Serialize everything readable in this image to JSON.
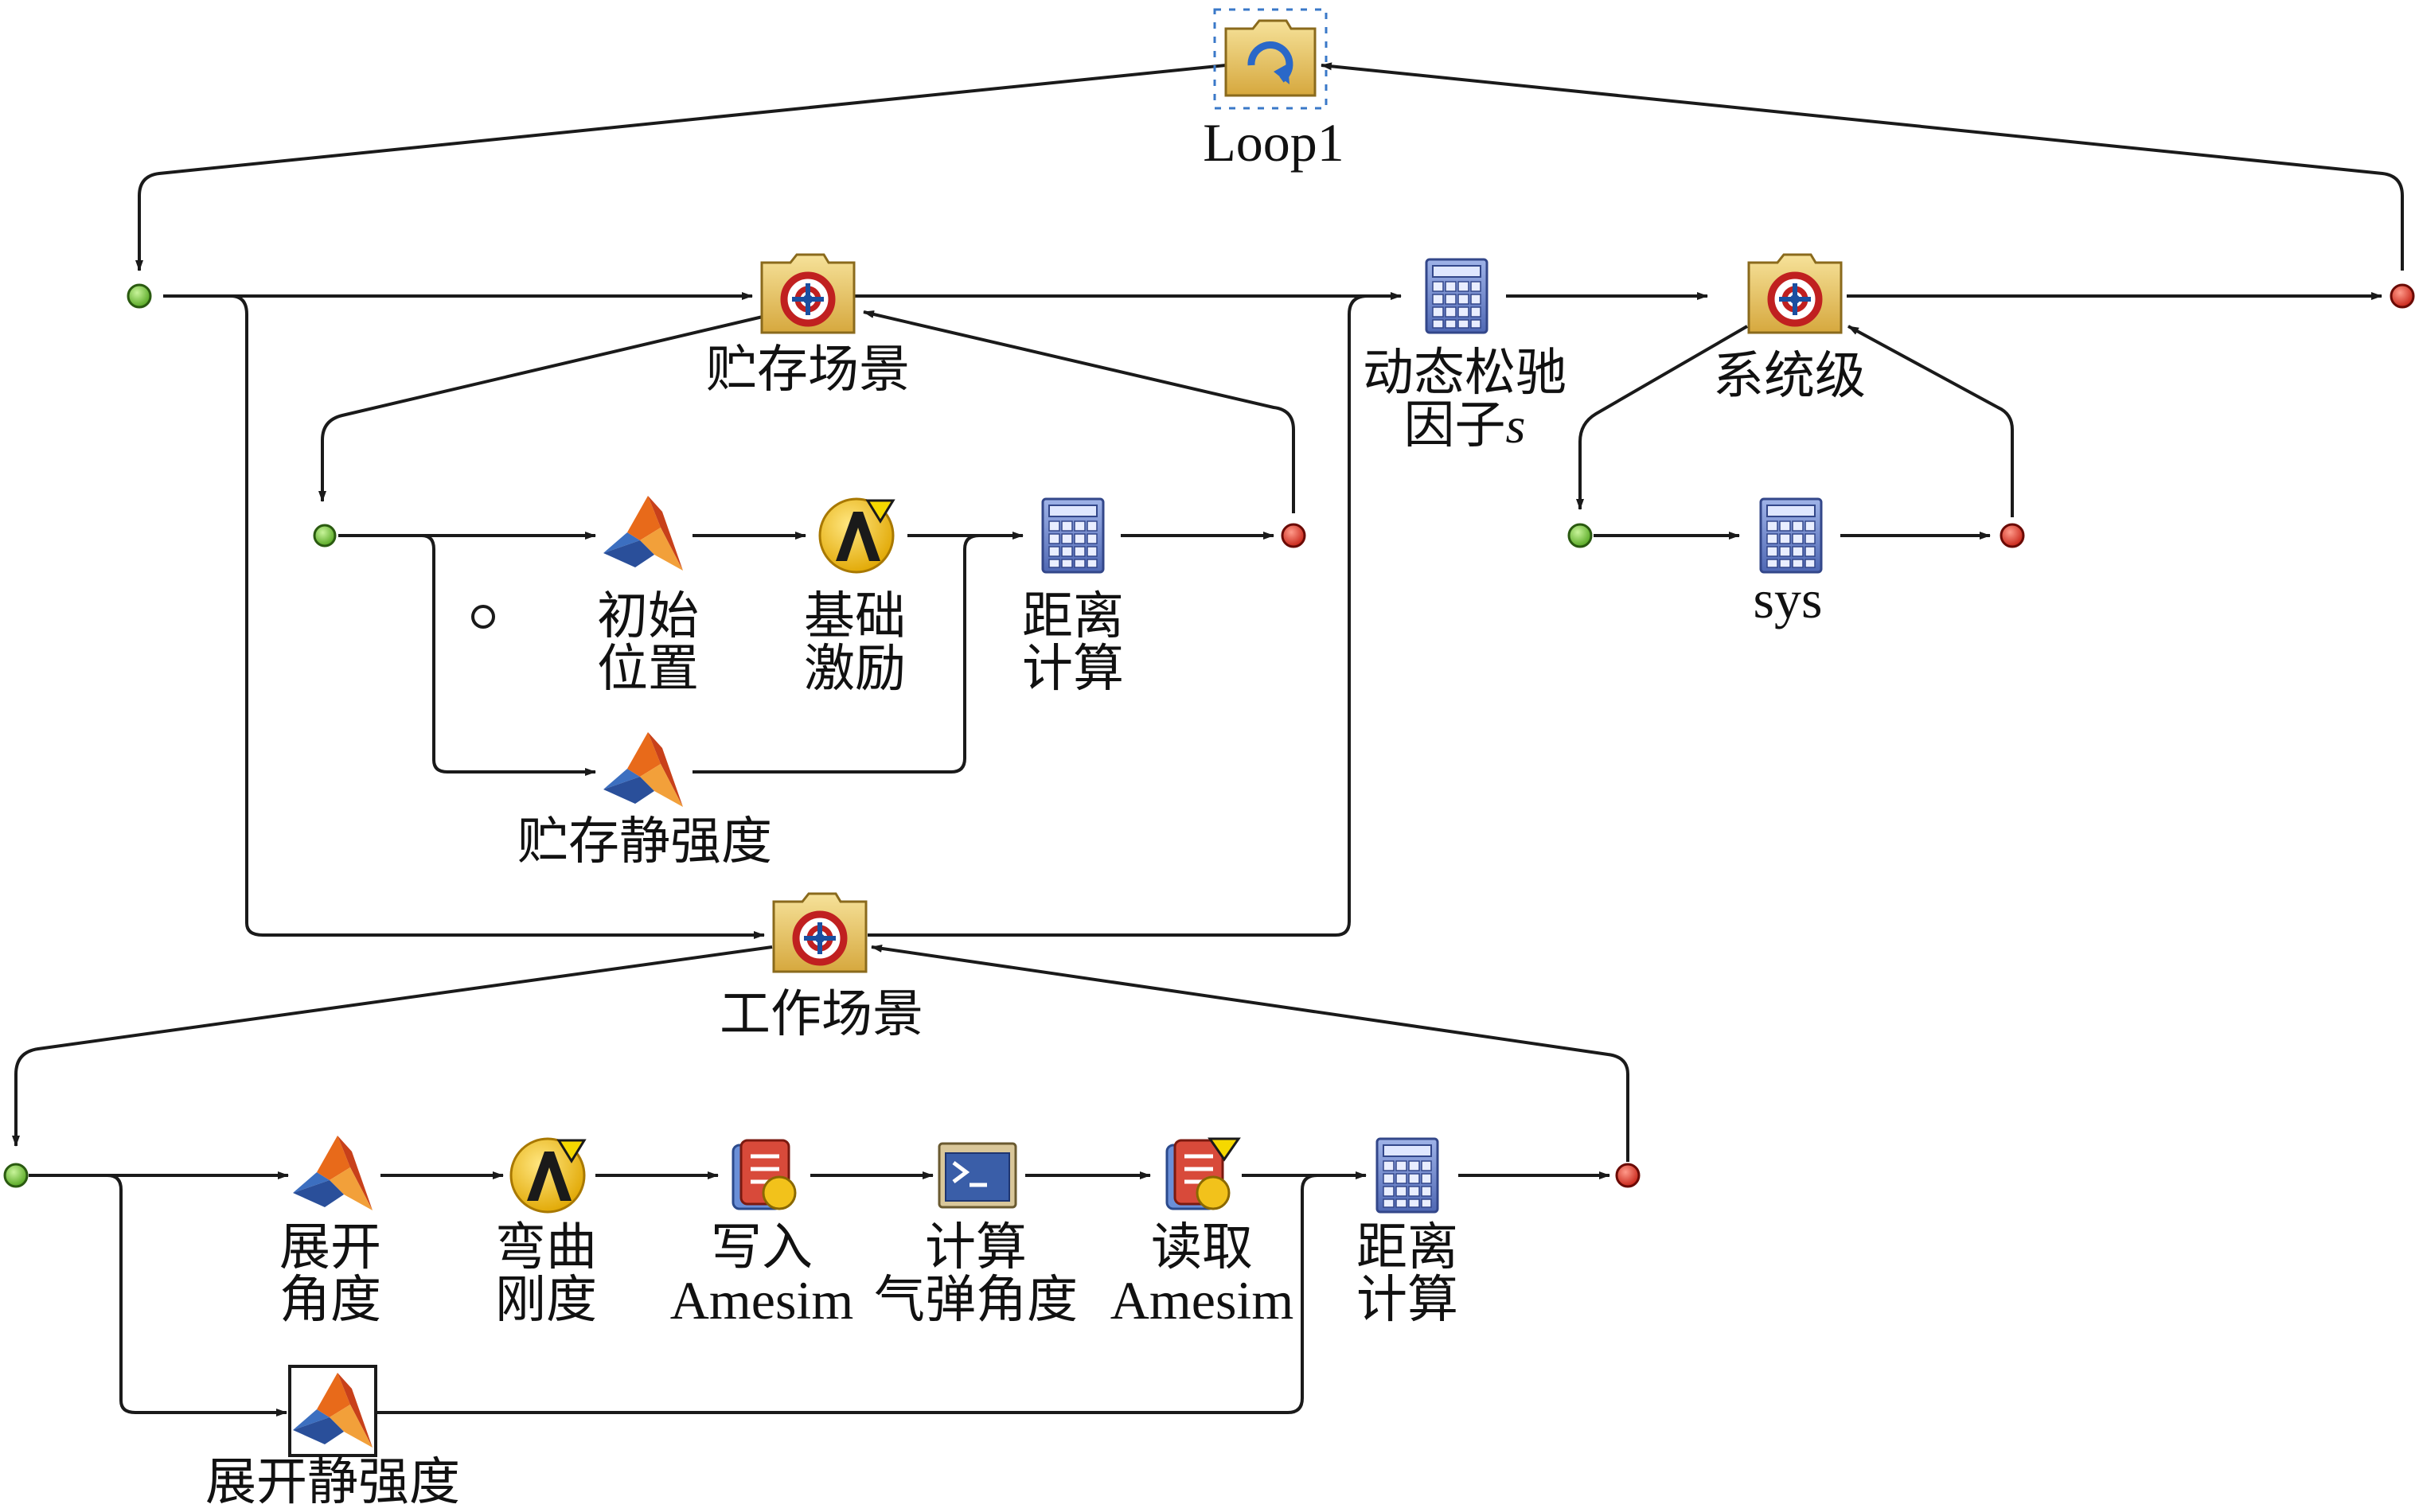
{
  "colors": {
    "line": "#1a1a1a",
    "start_node": "#7ccf3a",
    "end_node": "#e23a2a",
    "folder": "#e8c766",
    "calculator": "#6f86c8",
    "excel": "#f2c21b"
  },
  "loop": {
    "label": "Loop1",
    "icon": "loop-folder-icon"
  },
  "storage_scenario": {
    "label": "贮存场景",
    "initial_position": [
      "初始",
      "位置"
    ],
    "base_excitation": [
      "基础",
      "激励"
    ],
    "distance_calc": [
      "距离",
      "计算"
    ],
    "static_strength": "贮存静强度",
    "unconnected_port": "○"
  },
  "dynamic_relaxation": {
    "line1": "动态松驰",
    "line2": "因子",
    "var": "s"
  },
  "system_level": {
    "label": "系统级",
    "sys": "sys"
  },
  "working_scenario": {
    "label": "工作场景",
    "deploy_angle": [
      "展开",
      "角度"
    ],
    "bending_stiffness": [
      "弯曲",
      "刚度"
    ],
    "write_amesim": [
      "写入",
      "Amesim"
    ],
    "calc_gas_spring_angle": [
      "计算",
      "气弹角度"
    ],
    "read_amesim": [
      "读取",
      "Amesim"
    ],
    "distance_calc": [
      "距离",
      "计算"
    ],
    "deploy_static_strength": "展开静强度"
  }
}
